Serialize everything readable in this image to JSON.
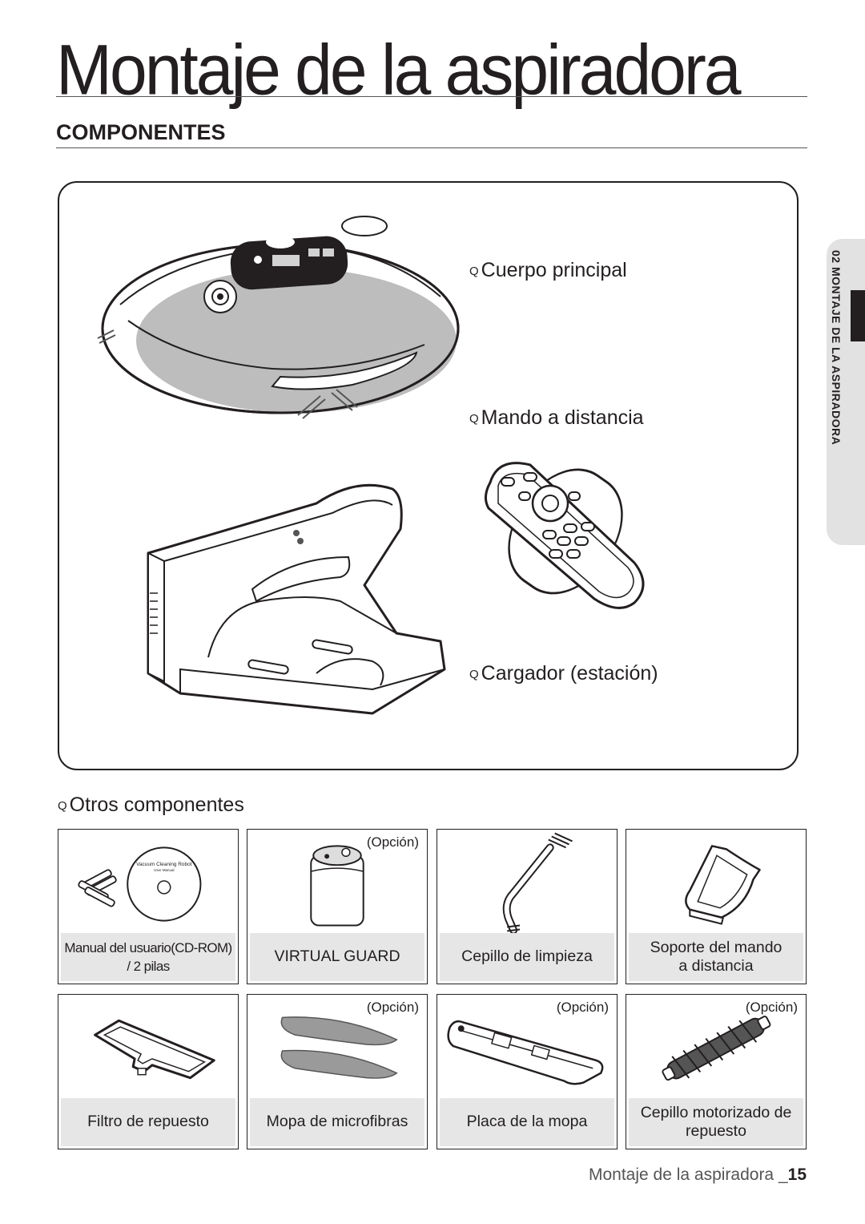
{
  "page": {
    "title": "Montaje de la aspiradora",
    "section": "COMPONENTES",
    "side_tab": "02 MONTAJE DE LA ASPIRADORA",
    "footer_text": "Montaje de la aspiradora _",
    "page_number": "15"
  },
  "bullet_glyph": "Q",
  "main_items": [
    {
      "label": "Cuerpo principal"
    },
    {
      "label": "Mando a distancia"
    },
    {
      "label": "Cargador (estación)"
    }
  ],
  "others_heading": "Otros componentes",
  "cd_text": {
    "line1": "Vacuum Cleaning Robot",
    "line2": "User Manual"
  },
  "components": [
    {
      "line1": "Manual del usuario(CD-ROM)",
      "line2": "/ 2 pilas",
      "option": "",
      "icon": "cd-batteries-icon"
    },
    {
      "line1": "VIRTUAL GUARD",
      "line2": "",
      "option": "(Opción)",
      "icon": "virtual-guard-icon"
    },
    {
      "line1": "Cepillo de limpieza",
      "line2": "",
      "option": "",
      "icon": "cleaning-brush-icon"
    },
    {
      "line1": "Soporte del mando",
      "line2": "a distancia",
      "option": "",
      "icon": "remote-holder-icon"
    },
    {
      "line1": "Filtro de repuesto",
      "line2": "",
      "option": "",
      "icon": "spare-filter-icon"
    },
    {
      "line1": "Mopa de microfibras",
      "line2": "",
      "option": "(Opción)",
      "icon": "microfiber-mop-icon"
    },
    {
      "line1": "Placa de la mopa",
      "line2": "",
      "option": "(Opción)",
      "icon": "mop-plate-icon"
    },
    {
      "line1": "Cepillo motorizado de",
      "line2": "repuesto",
      "option": "(Opción)",
      "icon": "motorized-brush-icon"
    }
  ]
}
